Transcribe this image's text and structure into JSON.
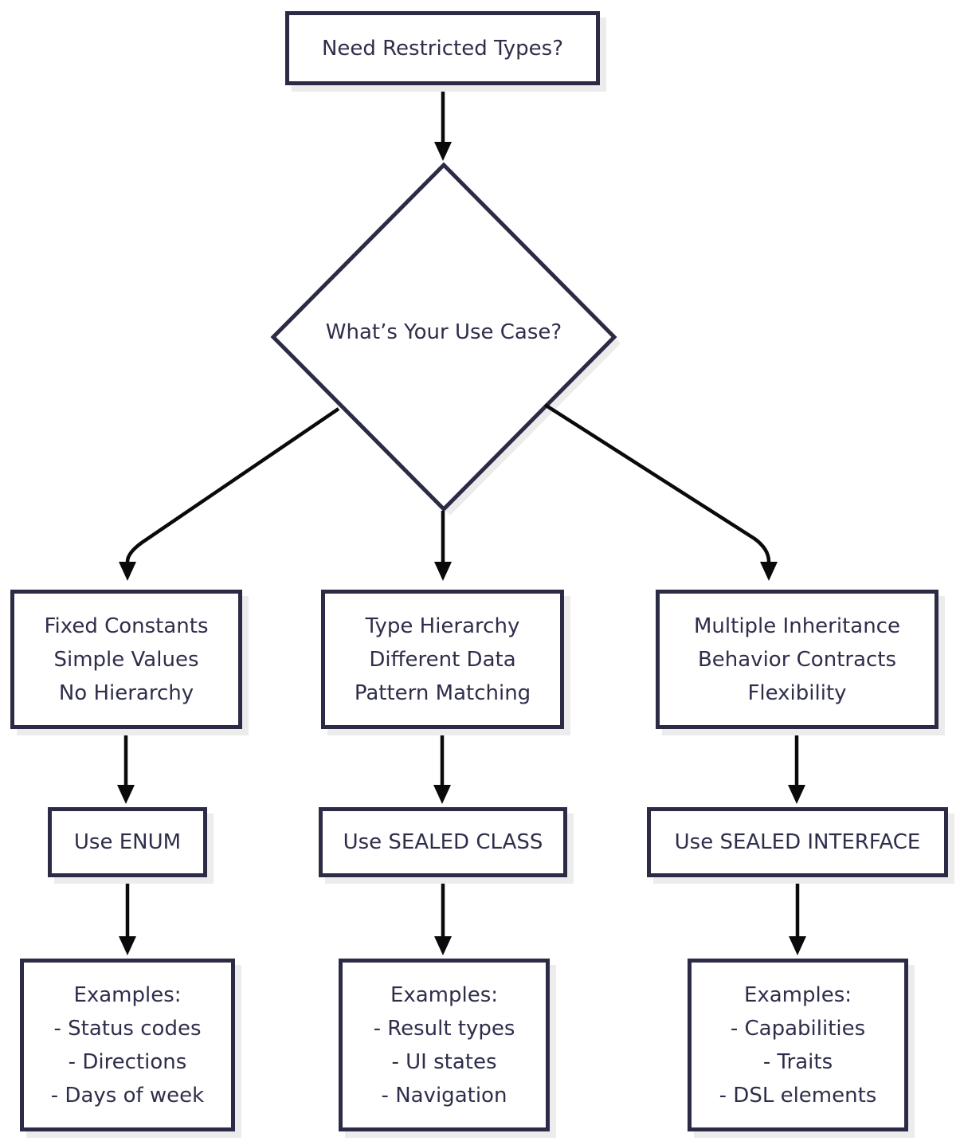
{
  "nodes": {
    "start": {
      "label": "Need Restricted Types?"
    },
    "decision": {
      "label": "What’s Your Use Case?"
    }
  },
  "branches": [
    {
      "id": "enum",
      "criteria": [
        "Fixed Constants",
        "Simple Values",
        "No Hierarchy"
      ],
      "action": "Use ENUM",
      "examples_title": "Examples:",
      "examples": [
        "- Status codes",
        "- Directions",
        "- Days of week"
      ]
    },
    {
      "id": "sealed-class",
      "criteria": [
        "Type Hierarchy",
        "Different Data",
        "Pattern Matching"
      ],
      "action": "Use SEALED CLASS",
      "examples_title": "Examples:",
      "examples": [
        "- Result types",
        "- UI states",
        "- Navigation"
      ]
    },
    {
      "id": "sealed-interface",
      "criteria": [
        "Multiple Inheritance",
        "Behavior Contracts",
        "Flexibility"
      ],
      "action": "Use SEALED INTERFACE",
      "examples_title": "Examples:",
      "examples": [
        "- Capabilities",
        "- Traits",
        "- DSL elements"
      ]
    }
  ],
  "colors": {
    "node_border": "#2b2b45",
    "node_text": "#2e2e4b",
    "arrow": "#0a0a0a",
    "shadow": "#ececec",
    "background": "#ffffff"
  }
}
